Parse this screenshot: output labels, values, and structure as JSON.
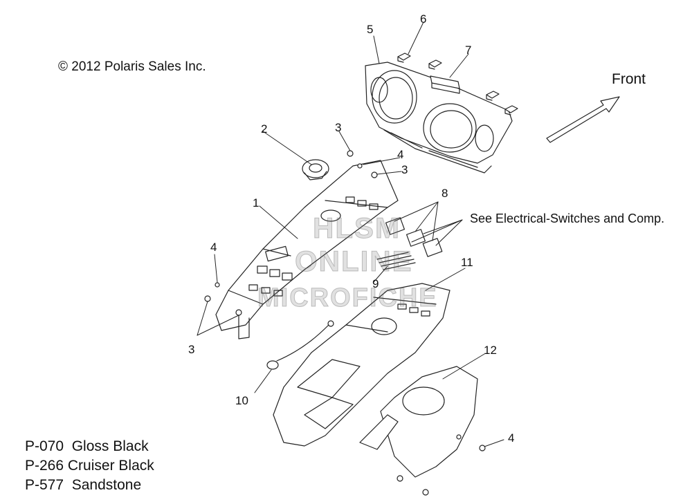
{
  "copyright": "© 2012 Polaris Sales Inc.",
  "direction_label": "Front",
  "reference_note": "See Electrical-Switches and Comp.",
  "callouts": [
    {
      "id": "c1",
      "label": "1"
    },
    {
      "id": "c2",
      "label": "2"
    },
    {
      "id": "c3a",
      "label": "3"
    },
    {
      "id": "c3b",
      "label": "3"
    },
    {
      "id": "c3c",
      "label": "3"
    },
    {
      "id": "c4a",
      "label": "4"
    },
    {
      "id": "c4b",
      "label": "4"
    },
    {
      "id": "c4c",
      "label": "4"
    },
    {
      "id": "c5",
      "label": "5"
    },
    {
      "id": "c6",
      "label": "6"
    },
    {
      "id": "c7",
      "label": "7"
    },
    {
      "id": "c8",
      "label": "8"
    },
    {
      "id": "c9",
      "label": "9"
    },
    {
      "id": "c10",
      "label": "10"
    },
    {
      "id": "c11",
      "label": "11"
    },
    {
      "id": "c12",
      "label": "12"
    }
  ],
  "color_codes": [
    {
      "code": "P-070",
      "name": "Gloss Black"
    },
    {
      "code": "P-266",
      "name": "Cruiser Black"
    },
    {
      "code": "P-577",
      "name": "Sandstone"
    }
  ],
  "watermark": {
    "line1": "HLSM",
    "line2": "ONLINE",
    "line3": "MICROFICHE"
  }
}
